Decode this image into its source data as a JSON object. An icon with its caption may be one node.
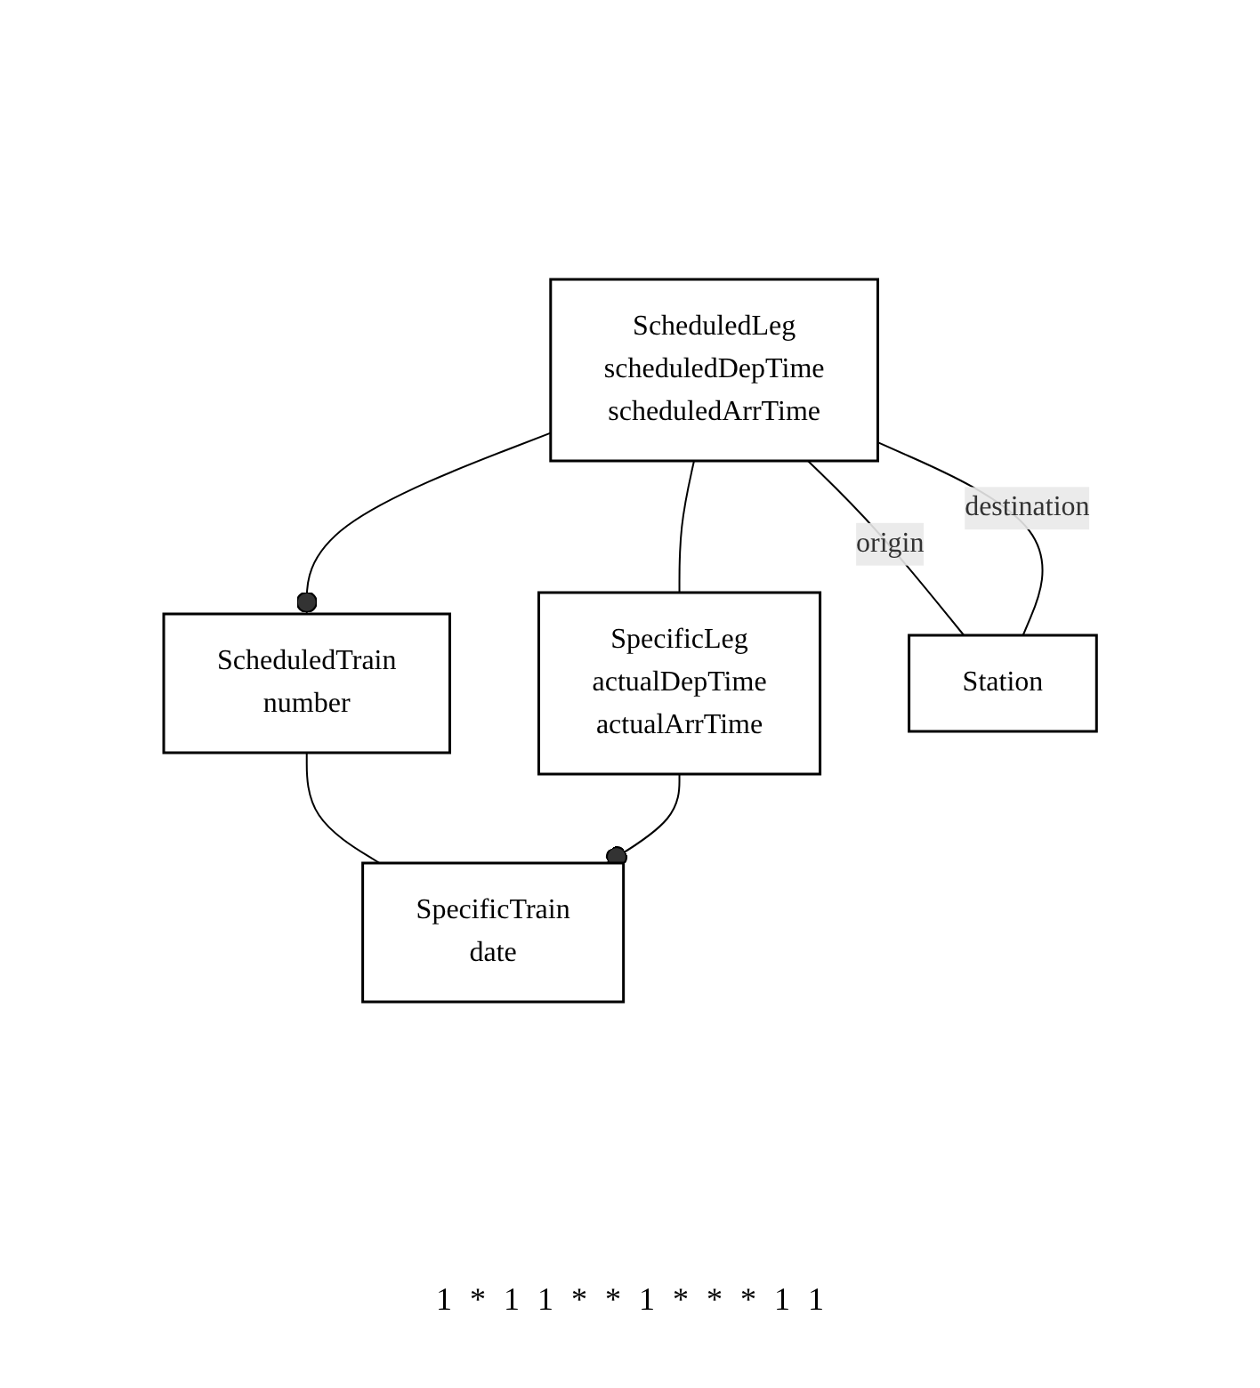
{
  "diagram": {
    "nodes": [
      {
        "text": [
          "ScheduledTrain",
          "number"
        ]
      },
      {
        "text": [
          "SpecificTrain",
          "date"
        ]
      },
      {
        "text": [
          "ScheduledLeg",
          "scheduledDepTime",
          "scheduledArrTime"
        ]
      },
      {
        "text": [
          "SpecificLeg",
          "actualDepTime",
          "actualArrTime"
        ]
      },
      {
        "text": [
          "Station"
        ]
      }
    ],
    "edges": [
      {
        "from": 0,
        "to": 1,
        "arrow": "none"
      },
      {
        "from": 2,
        "to": 0,
        "arrow": "other"
      },
      {
        "from": 3,
        "to": 1,
        "arrow": "other"
      },
      {
        "from": 2,
        "to": 3,
        "arrow": "none"
      },
      {
        "from": 2,
        "to": 4,
        "arrow": "none",
        "label": "origin"
      },
      {
        "from": 2,
        "to": 4,
        "arrow": "none",
        "label": "destination"
      }
    ],
    "labels": [
      "1",
      "*",
      "1",
      "1",
      "*",
      "*",
      "1",
      "*",
      "*",
      "*",
      "1",
      "1"
    ]
  }
}
